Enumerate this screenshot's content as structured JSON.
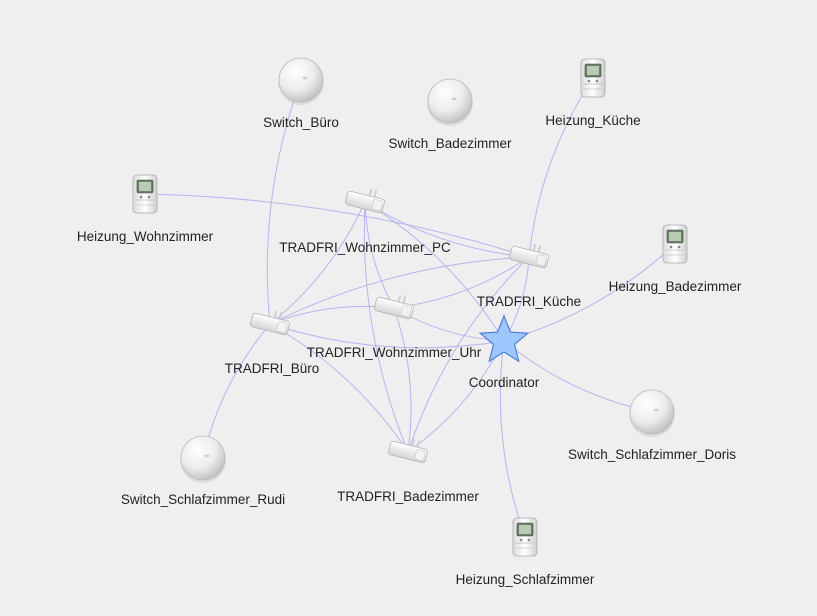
{
  "nodes": [
    {
      "id": "coordinator",
      "label": "Coordinator",
      "kind": "coordinator-star-icon"
    },
    {
      "id": "switch_buero",
      "label": "Switch_Büro",
      "kind": "remote-switch-icon"
    },
    {
      "id": "switch_bad",
      "label": "Switch_Badezimmer",
      "kind": "remote-switch-icon"
    },
    {
      "id": "heizung_kueche",
      "label": "Heizung_Küche",
      "kind": "thermostat-icon"
    },
    {
      "id": "heizung_wohn",
      "label": "Heizung_Wohnzimmer",
      "kind": "thermostat-icon"
    },
    {
      "id": "tradfri_wpc",
      "label": "TRADFRI_Wohnzimmer_PC",
      "kind": "smart-plug-icon"
    },
    {
      "id": "tradfri_kueche",
      "label": "TRADFRI_Küche",
      "kind": "smart-plug-icon"
    },
    {
      "id": "heizung_bad",
      "label": "Heizung_Badezimmer",
      "kind": "thermostat-icon"
    },
    {
      "id": "tradfri_buero",
      "label": "TRADFRI_Büro",
      "kind": "smart-plug-icon"
    },
    {
      "id": "tradfri_wuhr",
      "label": "TRADFRI_Wohnzimmer_Uhr",
      "kind": "smart-plug-icon"
    },
    {
      "id": "switch_doris",
      "label": "Switch_Schlafzimmer_Doris",
      "kind": "remote-switch-icon"
    },
    {
      "id": "switch_rudi",
      "label": "Switch_Schlafzimmer_Rudi",
      "kind": "remote-switch-icon"
    },
    {
      "id": "tradfri_bad",
      "label": "TRADFRI_Badezimmer",
      "kind": "smart-plug-icon"
    },
    {
      "id": "heizung_schlaf",
      "label": "Heizung_Schlafzimmer",
      "kind": "thermostat-icon"
    }
  ],
  "links": [
    [
      "switch_buero",
      "tradfri_buero"
    ],
    [
      "heizung_wohn",
      "tradfri_kueche"
    ],
    [
      "heizung_kueche",
      "tradfri_kueche"
    ],
    [
      "heizung_bad",
      "coordinator"
    ],
    [
      "tradfri_wpc",
      "tradfri_kueche"
    ],
    [
      "tradfri_wpc",
      "tradfri_buero"
    ],
    [
      "tradfri_wpc",
      "tradfri_wuhr"
    ],
    [
      "tradfri_wpc",
      "coordinator"
    ],
    [
      "tradfri_wpc",
      "tradfri_bad"
    ],
    [
      "tradfri_kueche",
      "tradfri_wuhr"
    ],
    [
      "tradfri_kueche",
      "tradfri_buero"
    ],
    [
      "tradfri_kueche",
      "coordinator"
    ],
    [
      "tradfri_kueche",
      "tradfri_bad"
    ],
    [
      "tradfri_buero",
      "tradfri_wuhr"
    ],
    [
      "tradfri_buero",
      "coordinator"
    ],
    [
      "tradfri_buero",
      "tradfri_bad"
    ],
    [
      "tradfri_wuhr",
      "coordinator"
    ],
    [
      "tradfri_wuhr",
      "tradfri_bad"
    ],
    [
      "coordinator",
      "switch_doris"
    ],
    [
      "coordinator",
      "tradfri_bad"
    ],
    [
      "coordinator",
      "heizung_schlaf"
    ],
    [
      "switch_rudi",
      "tradfri_buero"
    ]
  ]
}
